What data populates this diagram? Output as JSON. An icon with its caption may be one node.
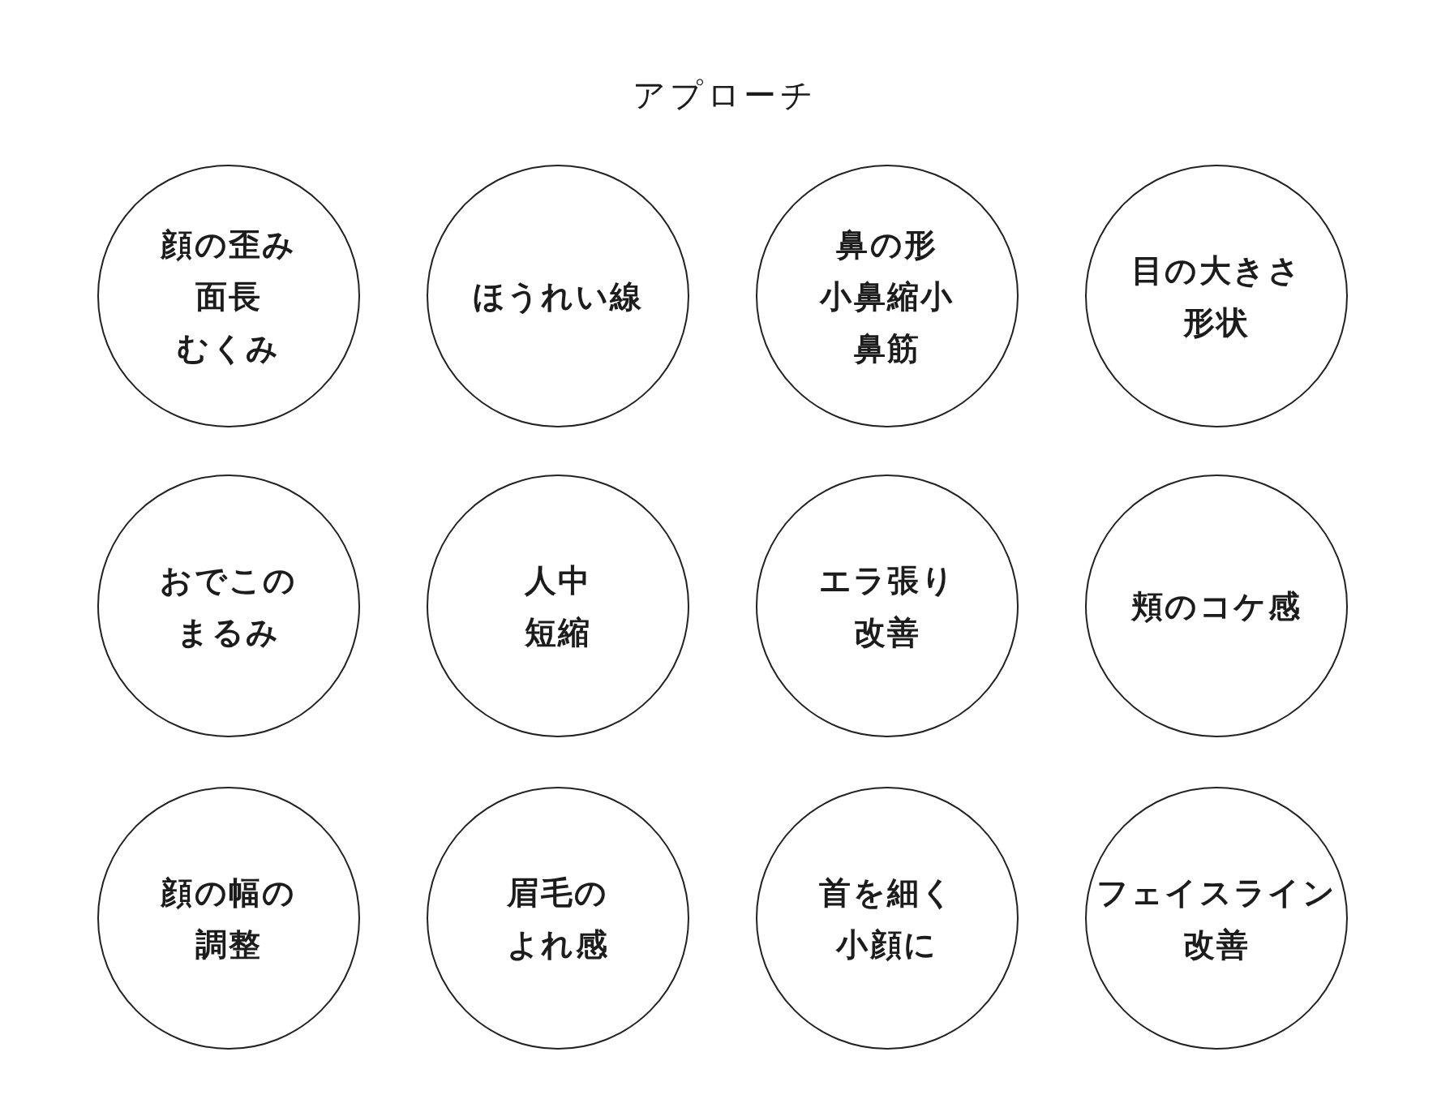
{
  "diagram": {
    "title": "アプローチ",
    "nodes": [
      {
        "text": [
          "顔の歪み",
          "面長",
          "むくみ"
        ]
      },
      {
        "text": [
          "ほうれい線"
        ]
      },
      {
        "text": [
          "鼻の形",
          "小鼻縮小",
          "鼻筋"
        ]
      },
      {
        "text": [
          "目の大きさ",
          "形状"
        ]
      },
      {
        "text": [
          "おでこのまるみ"
        ]
      },
      {
        "text": [
          "人中短縮"
        ]
      },
      {
        "text": [
          "エラ張り改善"
        ]
      },
      {
        "text": [
          "頬のコケ感"
        ]
      },
      {
        "text": [
          "顔の幅の調整"
        ]
      },
      {
        "text": [
          "眉毛のよれ感"
        ]
      },
      {
        "text": [
          "首を細く小顔に"
        ]
      },
      {
        "text": [
          "フェイスライン改善"
        ]
      }
    ]
  }
}
